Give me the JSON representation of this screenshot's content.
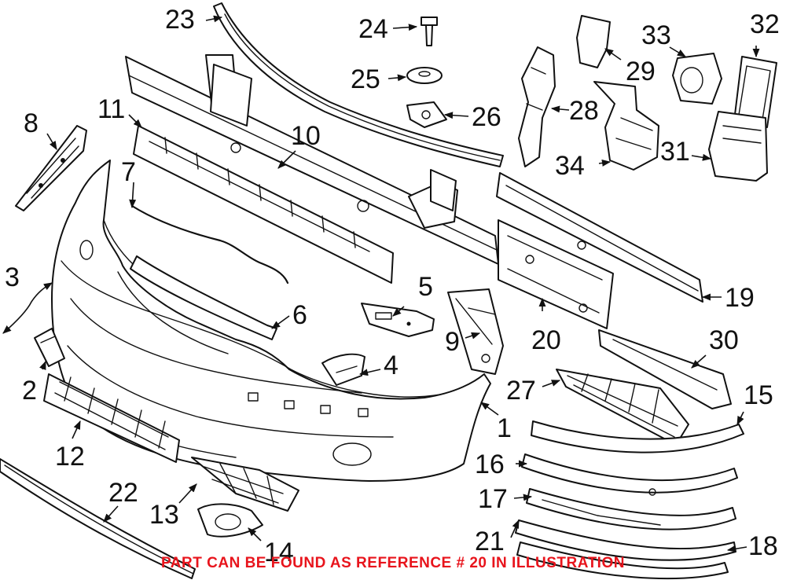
{
  "notice": "PART CAN BE FOUND AS REFERENCE # 20 IN ILLUSTRATION",
  "notice_color": "#e8141c",
  "callouts": {
    "c1": "1",
    "c2": "2",
    "c3": "3",
    "c4": "4",
    "c5": "5",
    "c6": "6",
    "c7": "7",
    "c8": "8",
    "c9": "9",
    "c10": "10",
    "c11": "11",
    "c12": "12",
    "c13": "13",
    "c14": "14",
    "c15": "15",
    "c16": "16",
    "c17": "17",
    "c18": "18",
    "c19": "19",
    "c20": "20",
    "c21": "21",
    "c22": "22",
    "c23": "23",
    "c24": "24",
    "c25": "25",
    "c26": "26",
    "c27": "27",
    "c28": "28",
    "c29": "29",
    "c30": "30",
    "c31": "31",
    "c32": "32",
    "c33": "33",
    "c34": "34"
  }
}
